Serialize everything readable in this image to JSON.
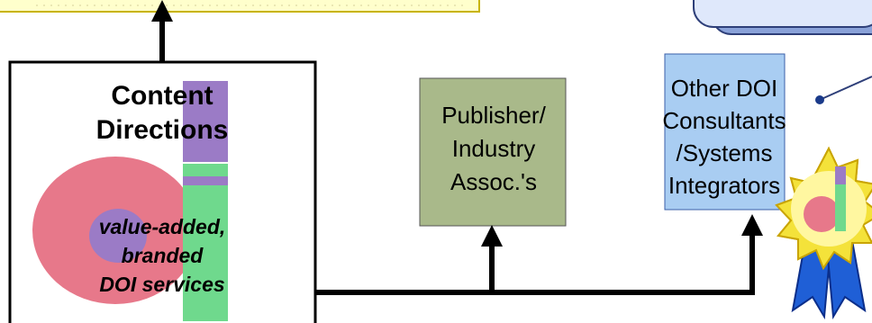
{
  "content_box": {
    "title_line1": "Content",
    "title_line2": "Directions",
    "subtitle_line1": "value-added,",
    "subtitle_line2": "branded",
    "subtitle_line3": "DOI services"
  },
  "publisher_box": {
    "line1": "Publisher/",
    "line2": "Industry",
    "line3": "Assoc.'s"
  },
  "other_box": {
    "line1": "Other DOI",
    "line2": "Consultants",
    "line3": "/Systems",
    "line4": "Integrators"
  },
  "colors": {
    "publisher_fill": "#a9b98a",
    "other_fill": "#a9cdf2",
    "top_banner_fill": "#ffffcc",
    "top_banner_border": "#c8b400",
    "logo_pink": "#e7788a",
    "logo_purple": "#9b7bc6",
    "logo_green": "#6fd98d",
    "ribbon_blue": "#1f5fd6",
    "seal_yellow": "#f4e23a"
  },
  "icons": [
    "doi-logo-watermark-icon",
    "award-ribbon-icon",
    "arrow-up-icon"
  ]
}
